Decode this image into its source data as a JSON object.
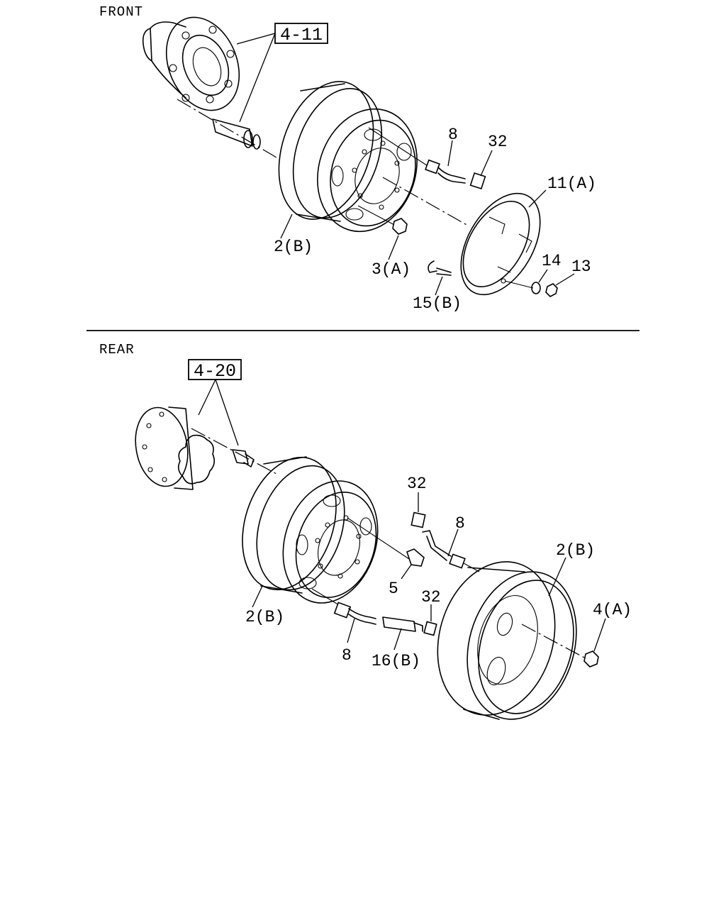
{
  "front": {
    "heading": "FRONT",
    "ref_box": "4-11",
    "labels": {
      "p8": "8",
      "p32": "32",
      "p11a": "11(A)",
      "p2b": "2(B)",
      "p3a": "3(A)",
      "p14": "14",
      "p13": "13",
      "p15b": "15(B)"
    }
  },
  "rear": {
    "heading": "REAR",
    "ref_box": "4-20",
    "labels": {
      "p32_top": "32",
      "p8_top": "8",
      "p2b_right": "2(B)",
      "p5": "5",
      "p32_lower": "32",
      "p2b_left": "2(B)",
      "p4a": "4(A)",
      "p8_lower": "8",
      "p16b": "16(B)"
    }
  }
}
